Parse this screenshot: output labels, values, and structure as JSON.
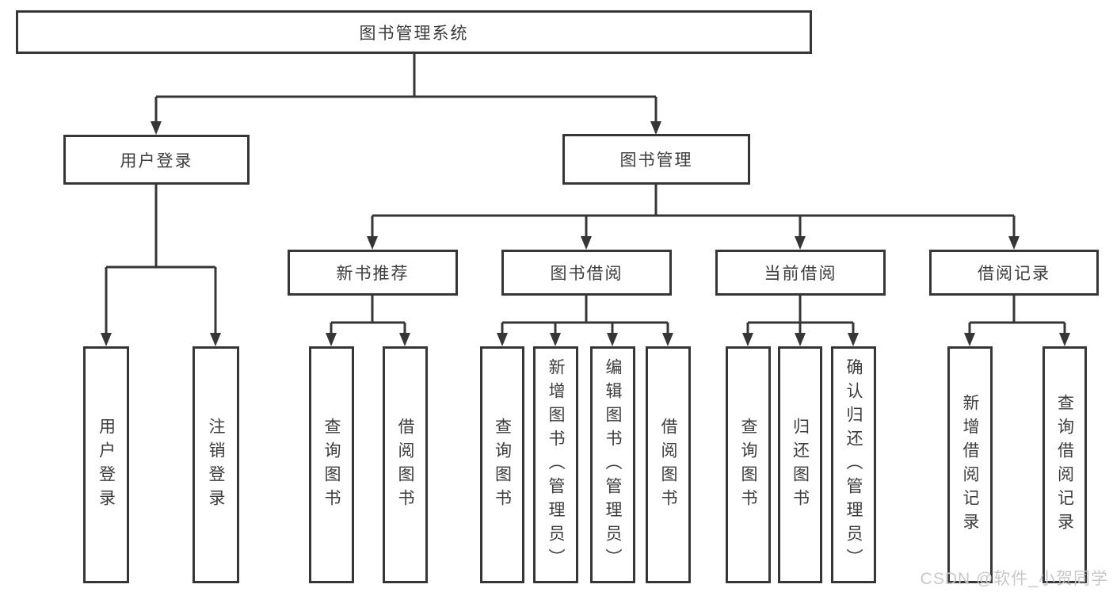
{
  "tree": {
    "root": "图书管理系统",
    "user_login": {
      "label": "用户登录",
      "children": [
        "用户登录",
        "注销登录"
      ]
    },
    "book_management": {
      "label": "图书管理",
      "children": [
        {
          "label": "新书推荐",
          "children": [
            "查询图书",
            "借阅图书"
          ]
        },
        {
          "label": "图书借阅",
          "children": [
            "查询图书",
            "新增图书（管理员）",
            "编辑图书（管理员）",
            "借阅图书"
          ]
        },
        {
          "label": "当前借阅",
          "children": [
            "查询图书",
            "归还图书",
            "确认归还（管理员）"
          ]
        },
        {
          "label": "借阅记录",
          "children": [
            "新增借阅记录",
            "查询借阅记录"
          ]
        }
      ]
    }
  },
  "watermark": {
    "text": "CSDN @软件_小贺同学"
  },
  "colors": {
    "line": "#363636",
    "border": "#363636",
    "text": "#3c3c3c",
    "watermark": "#c8c8cc",
    "background": "#ffffff"
  }
}
